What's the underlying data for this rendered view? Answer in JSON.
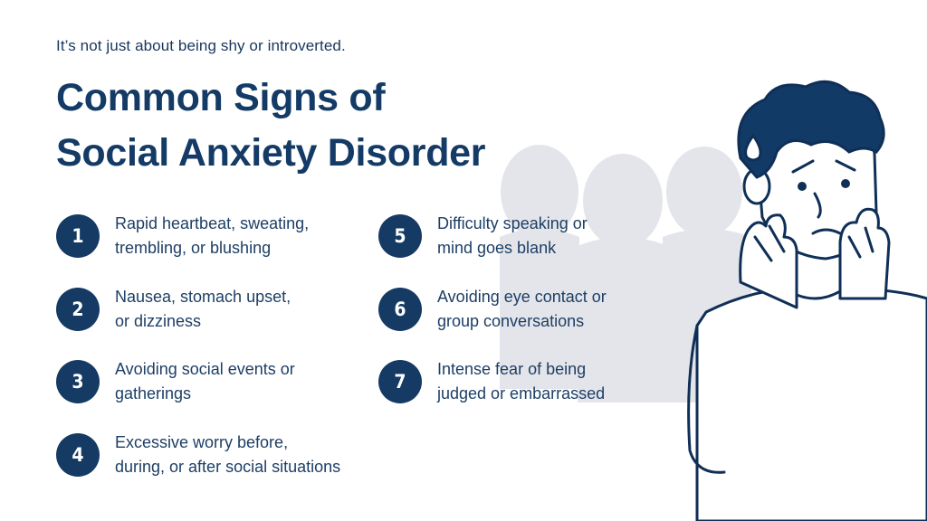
{
  "subtitle": "It’s not just about being shy or introverted.",
  "title": {
    "line1": "Common Signs of",
    "line2": "Social Anxiety Disorder"
  },
  "signs": [
    {
      "num": "1",
      "text": "Rapid heartbeat, sweating,\ntrembling, or blushing"
    },
    {
      "num": "2",
      "text": "Nausea, stomach upset,\nor dizziness"
    },
    {
      "num": "3",
      "text": "Avoiding social events or\ngatherings"
    },
    {
      "num": "4",
      "text": "Excessive worry before,\nduring, or after social situations"
    },
    {
      "num": "5",
      "text": "Difficulty speaking or\nmind goes blank"
    },
    {
      "num": "6",
      "text": "Avoiding eye contact or\ngroup conversations"
    },
    {
      "num": "7",
      "text": "Intense fear of being\njudged or embarrassed"
    }
  ],
  "colors": {
    "navy": "#153a63",
    "shadow": "#e4e5ea",
    "text": "#1d3f66"
  },
  "icons": [
    "worried-person-illustration",
    "crowd-silhouette-icon",
    "sweat-drop-icon"
  ]
}
